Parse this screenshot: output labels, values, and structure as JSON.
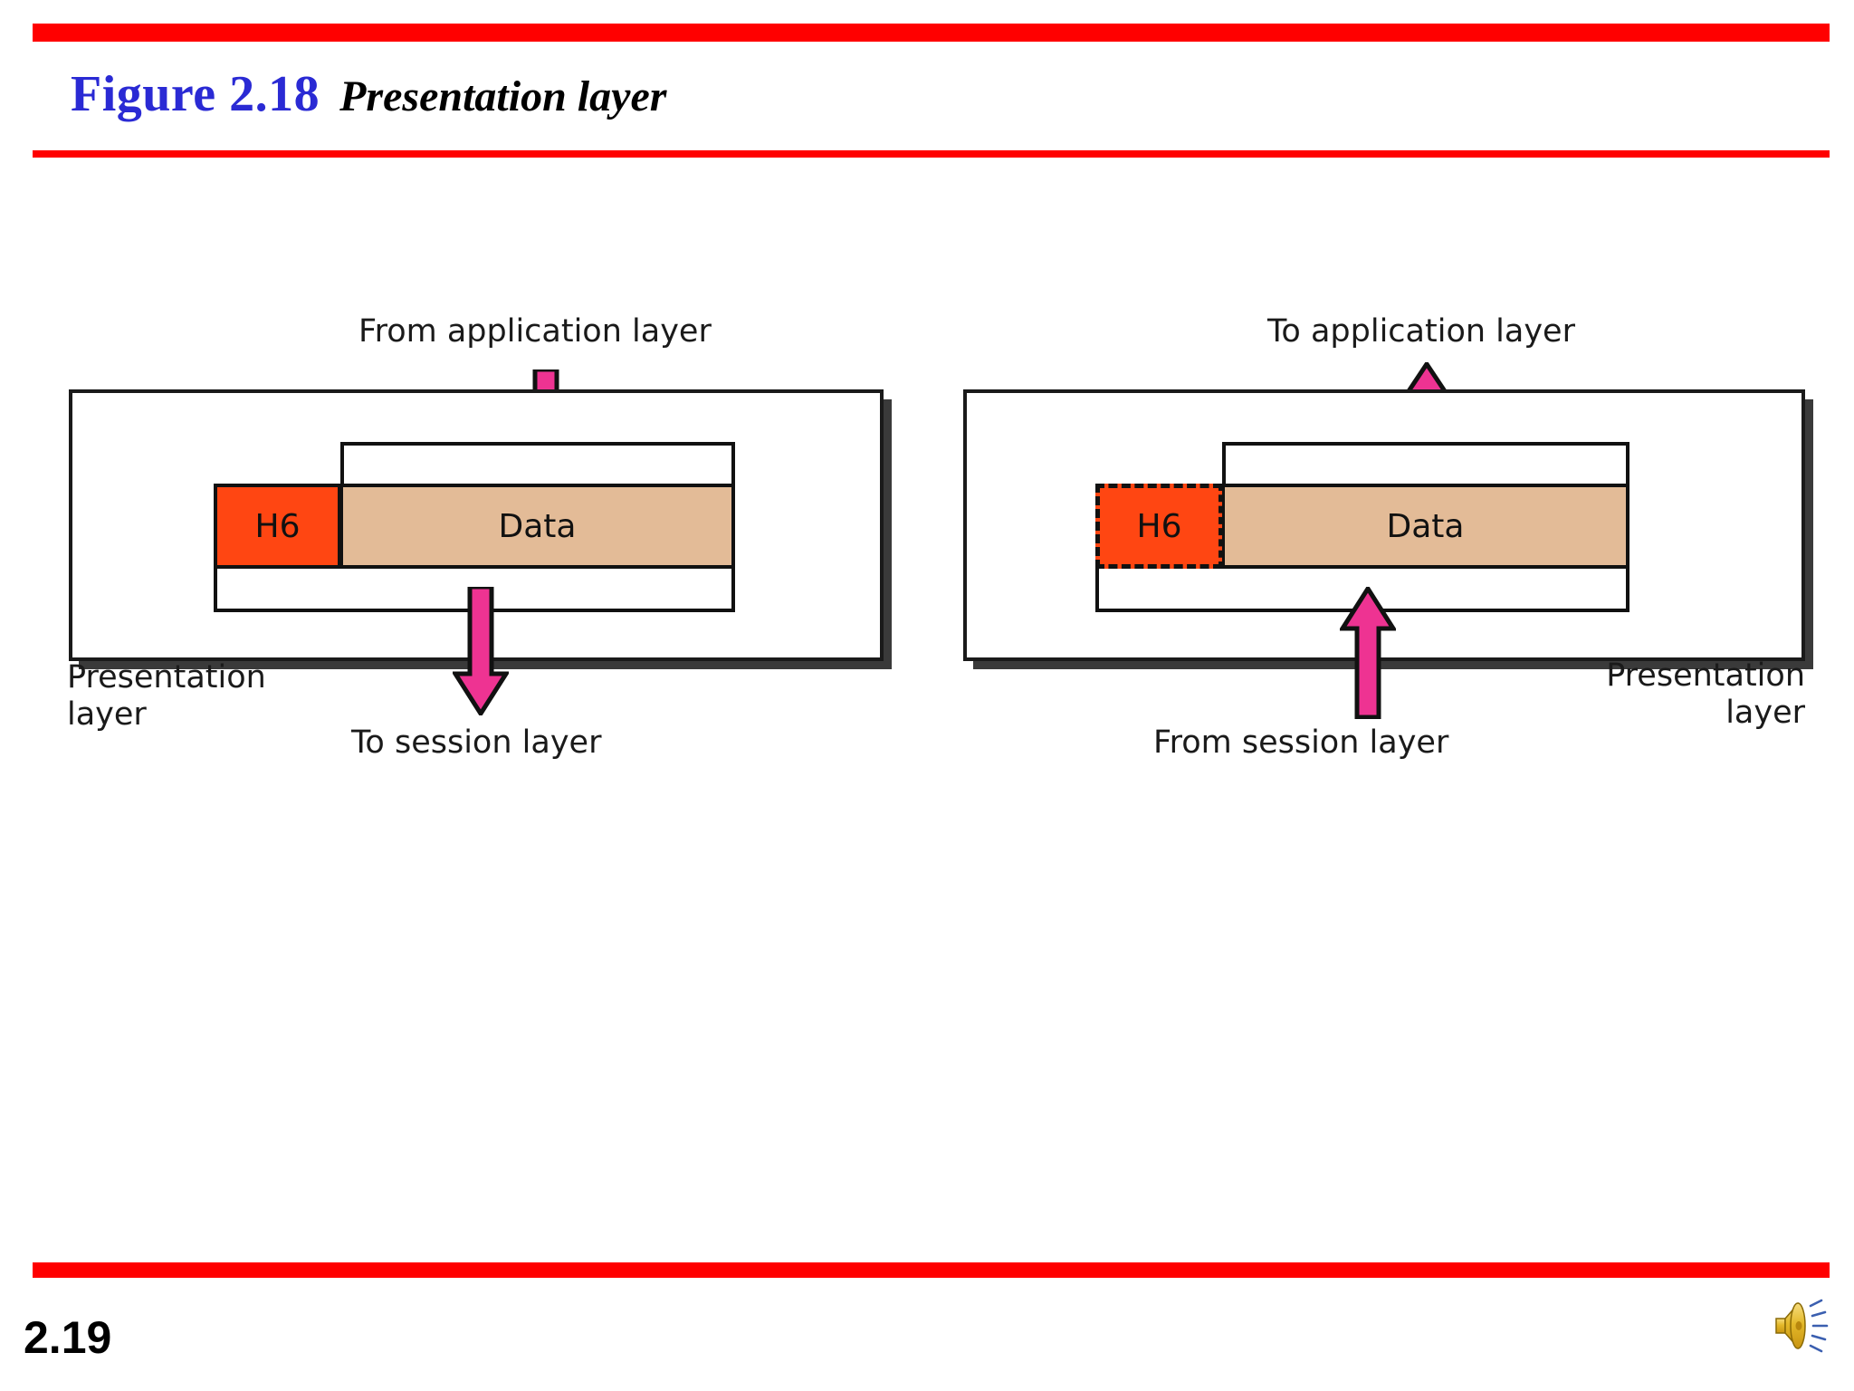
{
  "slide": {
    "page_number": "2.19",
    "rule_color": "#FF0000",
    "title": {
      "figure_label": "Figure 2.18",
      "figure_color": "#2A2AD4",
      "subject": "Presentation layer",
      "subject_color": "#000000"
    },
    "speaker_icon_name": "speaker-icon"
  },
  "diagram": {
    "type": "layer-encapsulation",
    "colors": {
      "header_fill": "#FF4612",
      "payload_fill": "#E3BB97",
      "arrow_fill": "#EE3392",
      "outline": "#111111",
      "panel_shadow": "#3a3a3a"
    },
    "left": {
      "panel_name": "sending-presentation-layer-panel",
      "top_caption": "From application layer",
      "bottom_caption": "To session layer",
      "layer_label_line1": "Presentation",
      "layer_label_line2": "layer",
      "packet": {
        "header": "H6",
        "header_style": "solid",
        "payload": "Data"
      },
      "arrow_in_direction": "down",
      "arrow_out_direction": "down"
    },
    "right": {
      "panel_name": "receiving-presentation-layer-panel",
      "top_caption": "To application layer",
      "bottom_caption": "From session layer",
      "layer_label_line1": "Presentation",
      "layer_label_line2": "layer",
      "packet": {
        "header": "H6",
        "header_style": "dashed",
        "payload": "Data"
      },
      "arrow_in_direction": "up",
      "arrow_out_direction": "up"
    }
  }
}
